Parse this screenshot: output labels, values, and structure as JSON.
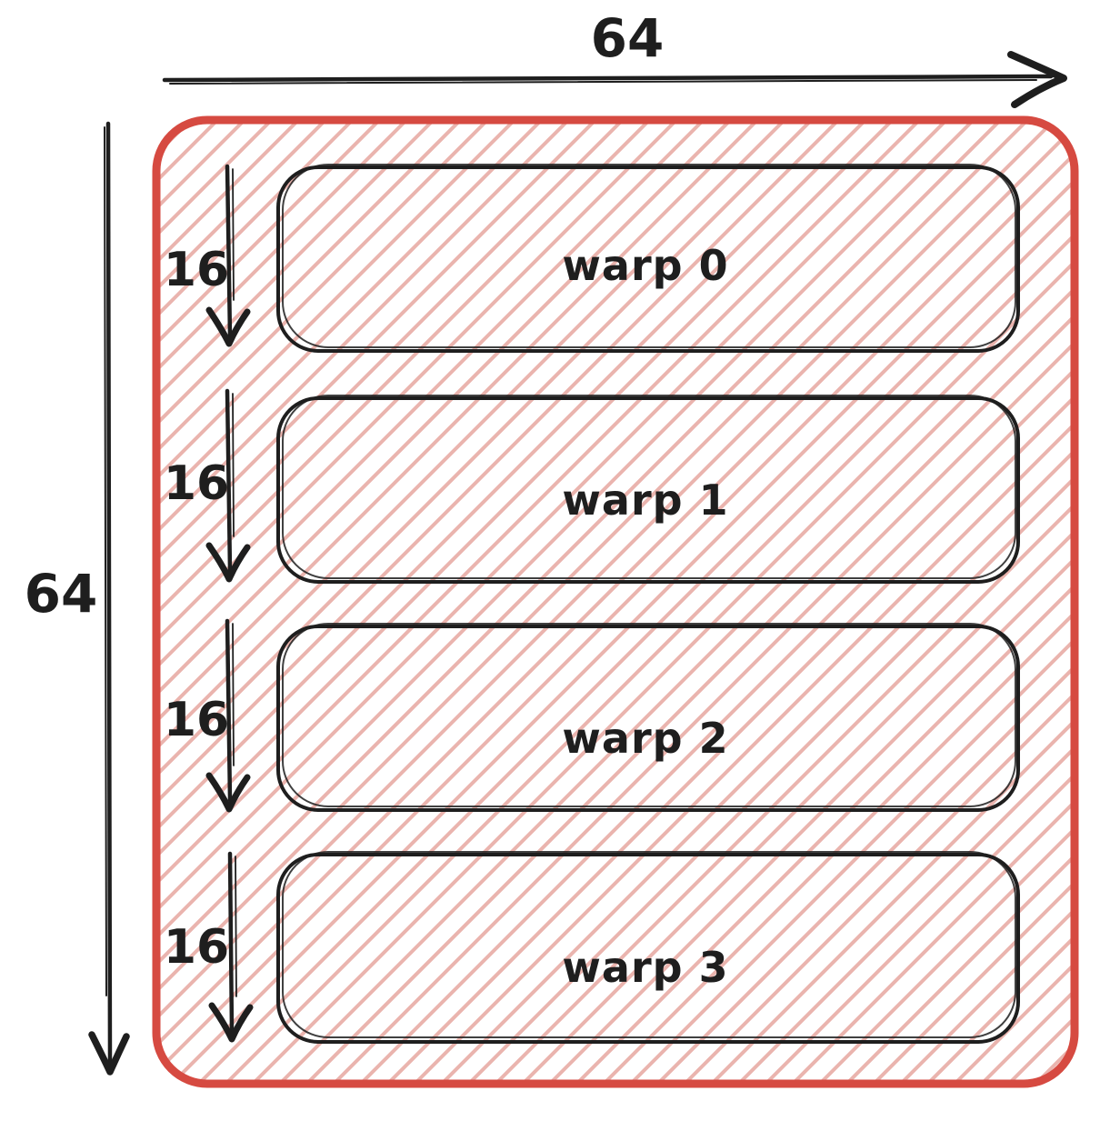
{
  "diagram": {
    "top_dimension": "64",
    "left_dimension": "64",
    "warps": [
      {
        "label": "warp 0",
        "row_height": "16"
      },
      {
        "label": "warp 1",
        "row_height": "16"
      },
      {
        "label": "warp 2",
        "row_height": "16"
      },
      {
        "label": "warp 3",
        "row_height": "16"
      }
    ],
    "colors": {
      "ink": "#1e1e1e",
      "tile_border": "#d64a41",
      "hatch": "#eab4ae",
      "background": "#ffffff"
    }
  }
}
